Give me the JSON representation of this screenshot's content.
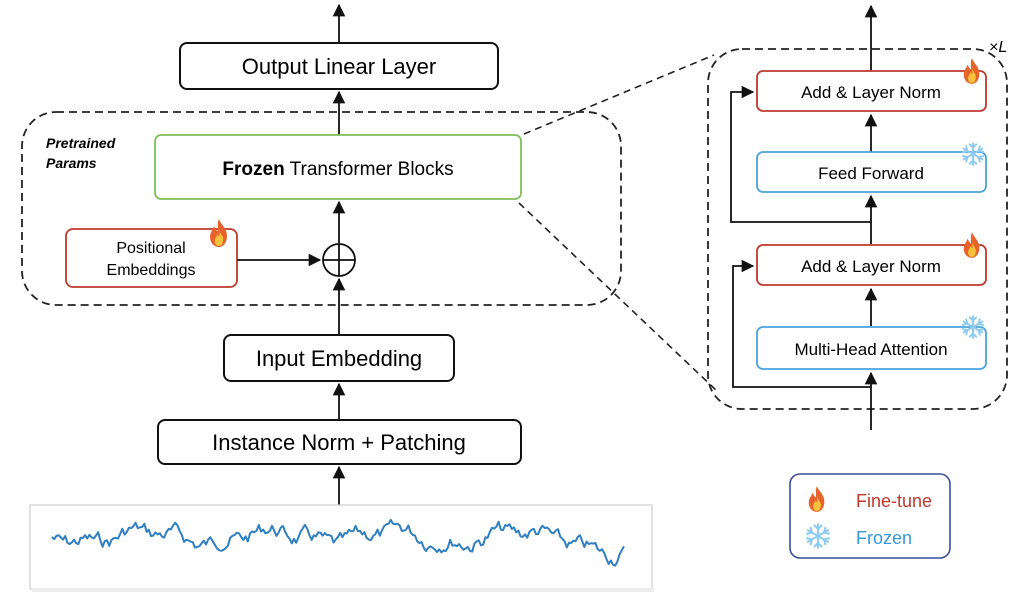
{
  "blocks": {
    "output_linear": "Output Linear Layer",
    "frozen_bold": "Frozen",
    "frozen_rest": " Transformer Blocks",
    "pretrained_line1": "Pretrained",
    "pretrained_line2": "Params",
    "pos_emb_line1": "Positional",
    "pos_emb_line2": "Embeddings",
    "input_embedding": "Input Embedding",
    "instance_norm": "Instance Norm + Patching"
  },
  "transformer_detail": {
    "repeat_label": "×L",
    "add_norm_top": "Add & Layer Norm",
    "feed_forward": "Feed Forward",
    "add_norm_bottom": "Add & Layer Norm",
    "multi_head_attention": "Multi-Head Attention"
  },
  "legend": {
    "fine_tune": "Fine-tune",
    "frozen": "Frozen"
  },
  "colors": {
    "fine_tune": "#c0392b",
    "frozen": "#3498db",
    "frozen_block": "#7fbf5a",
    "series_line": "#2f7fc1"
  },
  "icons": {
    "fine_tune": "flame-icon",
    "frozen": "snowflake-icon"
  }
}
